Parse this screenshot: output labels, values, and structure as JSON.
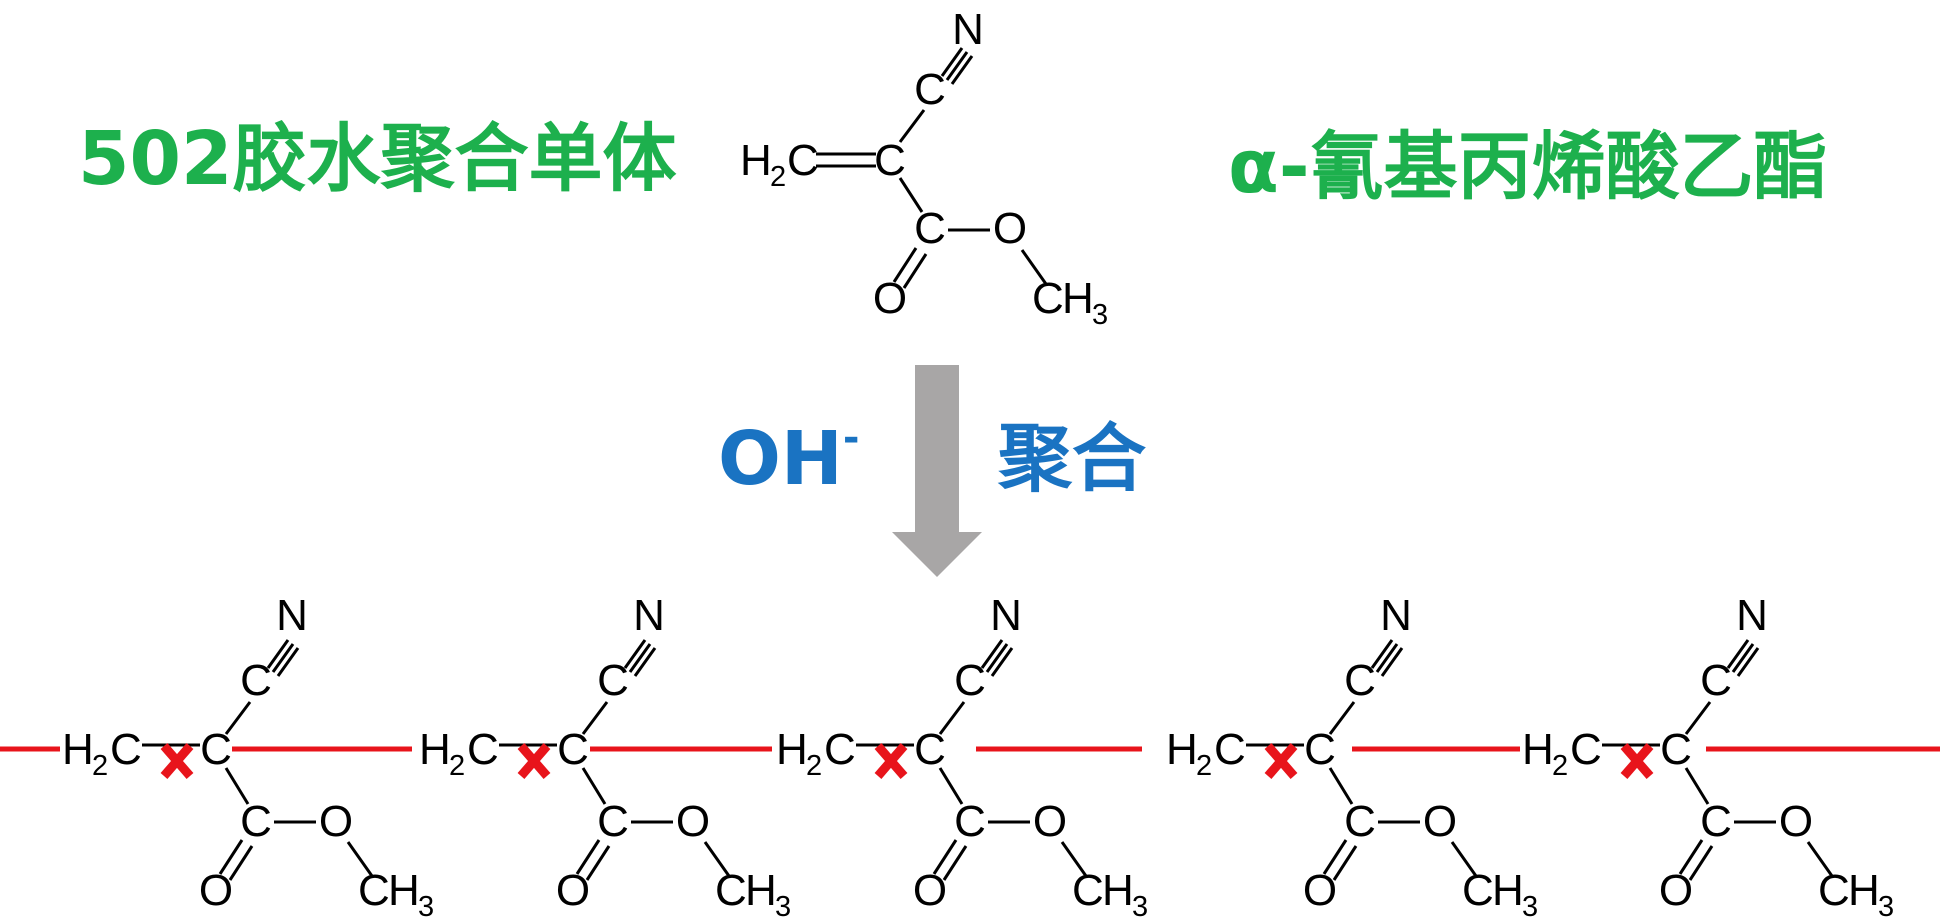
{
  "titles": {
    "left": "502胶水聚合单体",
    "right": "α-氰基丙烯酸乙酯"
  },
  "reaction": {
    "catalyst_main": "OH",
    "catalyst_charge": "-",
    "label": "聚合"
  },
  "atoms": {
    "N": "N",
    "C": "C",
    "O": "O",
    "H": "H",
    "sub2": "2",
    "sub3": "3"
  },
  "colors": {
    "title_green": "#1db04d",
    "label_blue": "#1a73c2",
    "arrow_gray": "#a8a6a6",
    "bond_red": "#e8141b",
    "cross_red": "#e8141b"
  },
  "icons": {
    "arrow": "down-arrow-icon",
    "break": "cross-icon"
  },
  "polymer_units": 5
}
